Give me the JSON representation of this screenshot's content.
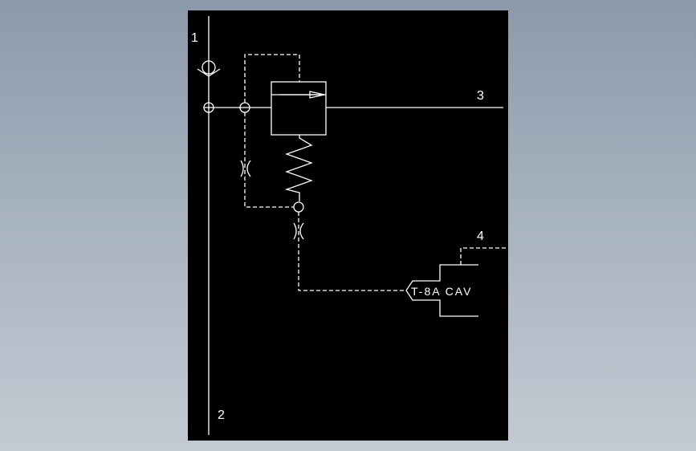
{
  "diagram": {
    "port_labels": {
      "port_1": "1",
      "port_2": "2",
      "port_3": "3",
      "port_4": "4"
    },
    "cavity_label": "T-8A CAV",
    "colors": {
      "background_top": "#8c99aa",
      "background_bottom": "#c3cad3",
      "canvas": "#000000",
      "lines": "#ffffff"
    }
  }
}
